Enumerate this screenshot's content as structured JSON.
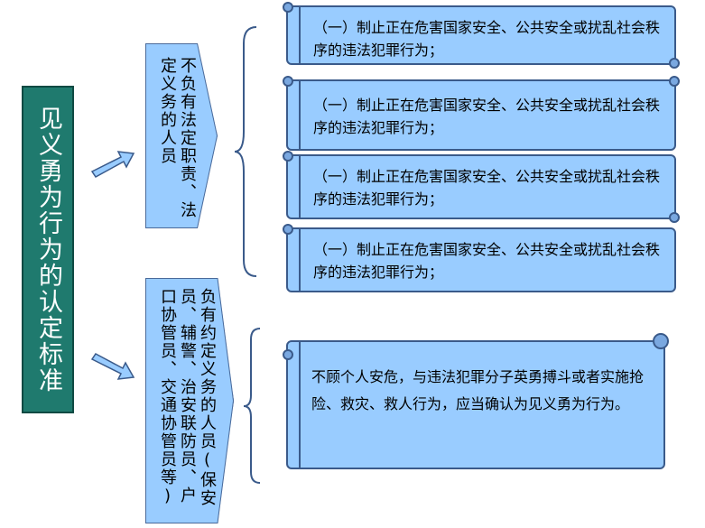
{
  "root": {
    "label": "见义勇为行为的认定标准"
  },
  "categories": [
    {
      "label": "不负有法定职责、法定义务的人员"
    },
    {
      "label": "负有约定义务的人员",
      "sublabel": "(保安员、辅警、治安联防员、户口协管员、交通协管员等)"
    }
  ],
  "items_group1": [
    {
      "text": "（一）制止正在危害国家安全、公共安全或扰乱社会秩序的违法犯罪行为；"
    },
    {
      "text": "（一）制止正在危害国家安全、公共安全或扰乱社会秩序的违法犯罪行为；"
    },
    {
      "text": "（一）制止正在危害国家安全、公共安全或扰乱社会秩序的违法犯罪行为；"
    },
    {
      "text": "（一）制止正在危害国家安全、公共安全或扰乱社会秩序的违法犯罪行为；"
    }
  ],
  "items_group2": [
    {
      "text": "不顾个人安危，与违法犯罪分子英勇搏斗或者实施抢险、救灾、救人行为，应当确认为见义勇为行为。"
    }
  ],
  "colors": {
    "root_fill": "#1f7a6e",
    "box_fill": "#99ccff",
    "border": "#3a5a8a"
  }
}
